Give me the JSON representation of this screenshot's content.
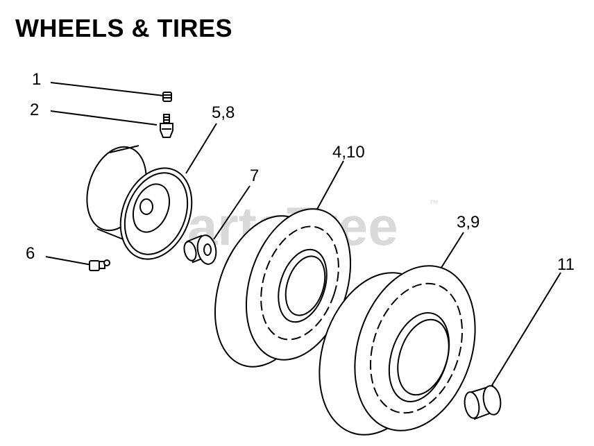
{
  "title": "WHEELS & TIRES",
  "watermark": {
    "text": "PartsTree",
    "trademark": "™",
    "color": "#d9d9d9"
  },
  "callouts": {
    "c1": "1",
    "c2": "2",
    "c3": "3,9",
    "c4": "4,10",
    "c5": "5,8",
    "c6": "6",
    "c7": "7",
    "c11": "11"
  },
  "parts": {
    "p1": "valve-cap",
    "p2": "valve-stem",
    "p5": "rim",
    "p6": "grease-fitting",
    "p7": "bushing",
    "p4": "tire-front",
    "p3": "tire-rear",
    "p11": "hub-cap"
  },
  "colors": {
    "line": "#000000",
    "background": "#ffffff"
  }
}
